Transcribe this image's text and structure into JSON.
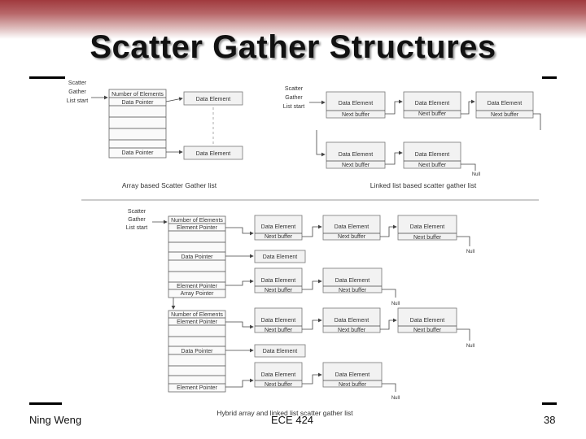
{
  "slide": {
    "title": "Scatter Gather Structures",
    "author": "Ning Weng",
    "course": "ECE 424",
    "page": "38"
  },
  "diagram": {
    "array_based": {
      "start_label": [
        "Scatter",
        "Gather",
        "List start"
      ],
      "fields": {
        "num_elements": "Number of Elements",
        "data_pointer": "Data Pointer"
      },
      "data_element": "Data Element",
      "caption": "Array based Scatter Gather list"
    },
    "linked_list": {
      "start_label": [
        "Scatter",
        "Gather",
        "List start"
      ],
      "data_element": "Data Element",
      "next_buffer": "Next buffer",
      "null": "Null",
      "caption": "Linked list based scatter gather list"
    },
    "hybrid": {
      "start_label": [
        "Scatter",
        "Gather",
        "List start"
      ],
      "fields": {
        "num_elements": "Number of Elements",
        "element_pointer": "Element Pointer",
        "data_pointer": "Data Pointer",
        "array_pointer": "Array Pointer"
      },
      "data_element": "Data Element",
      "next_buffer": "Next buffer",
      "null": "Null",
      "caption": "Hybrid array and linked list scatter gather list"
    }
  }
}
